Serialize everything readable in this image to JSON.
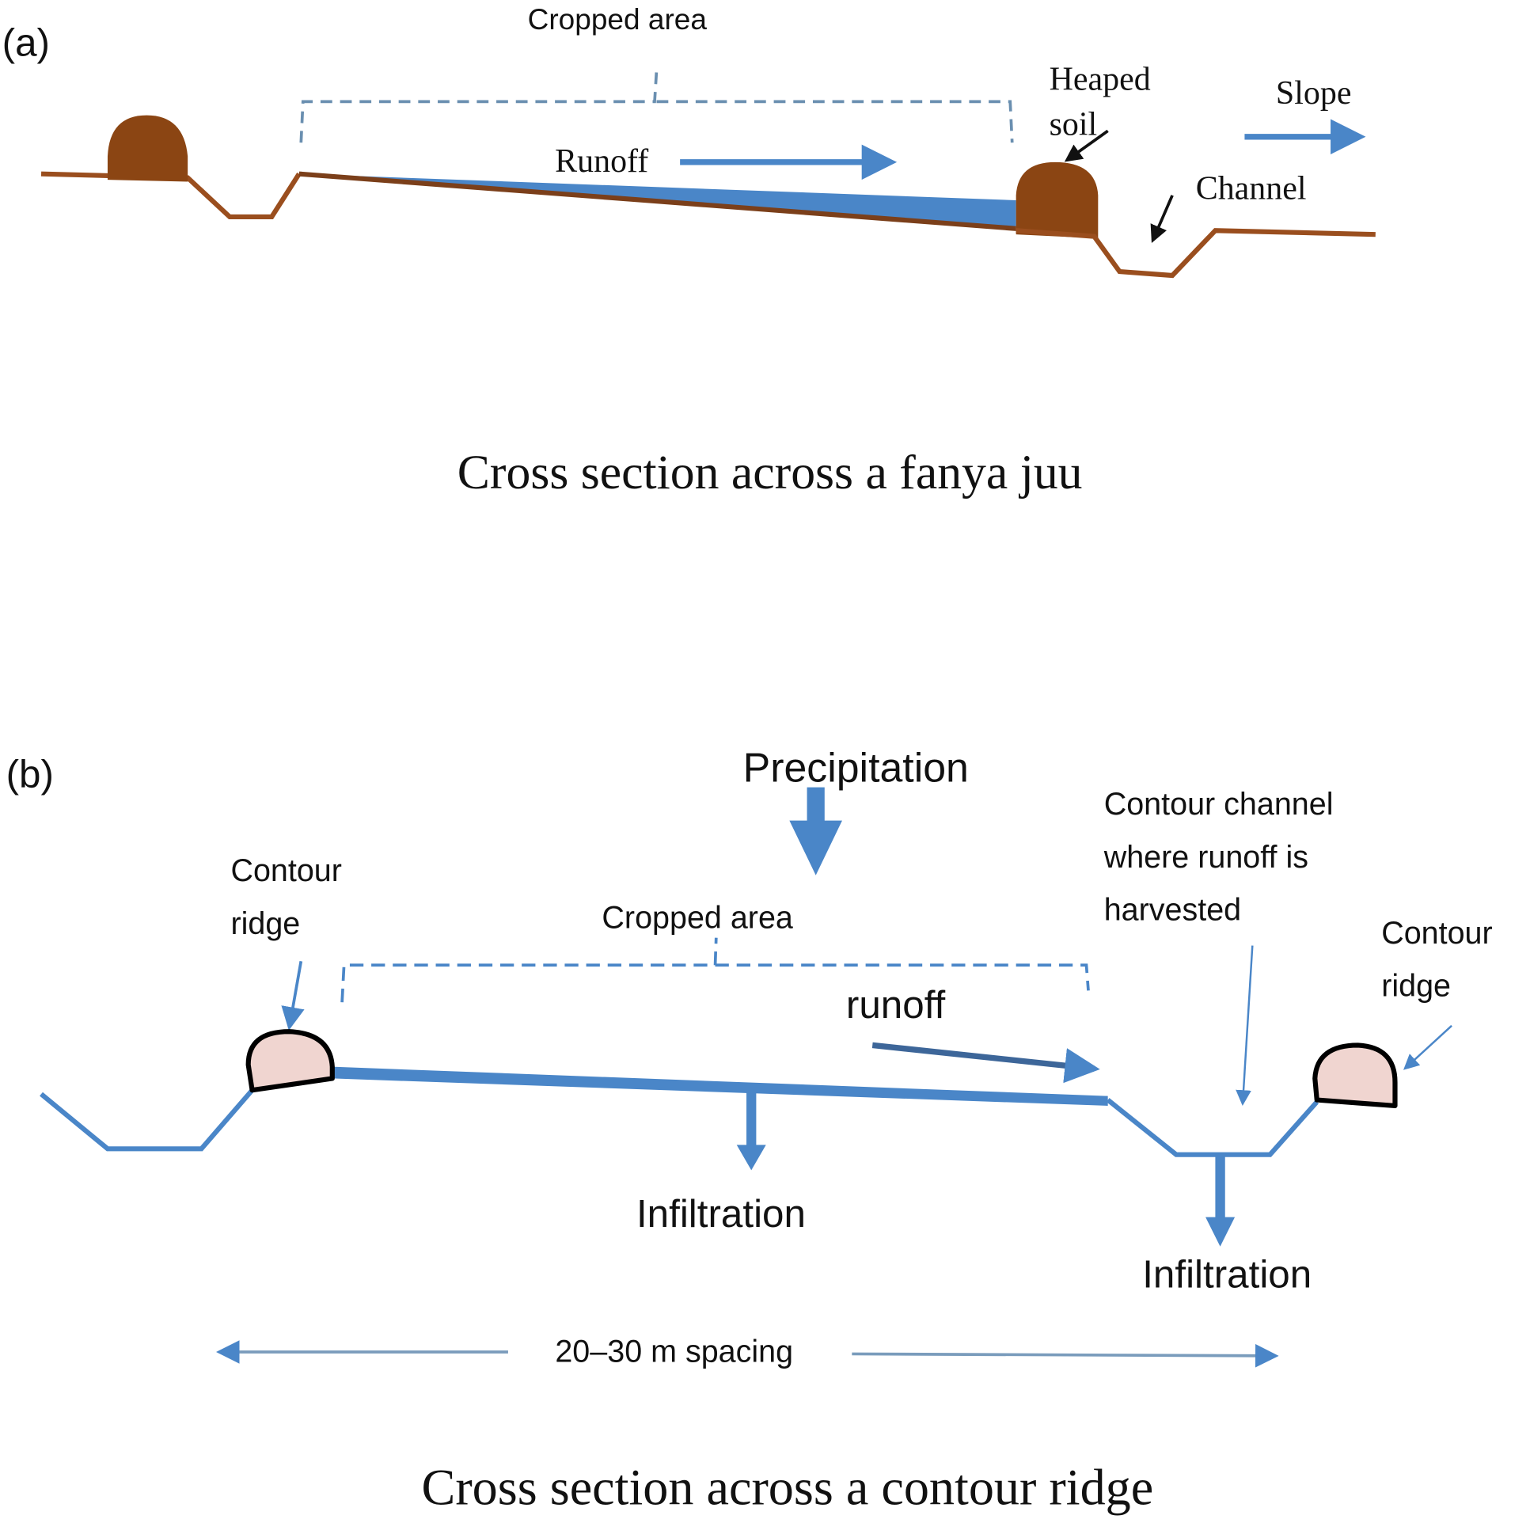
{
  "colors": {
    "soil_brown": "#8B4513",
    "soil_line": "#9A4E1E",
    "runoff_blue": "#4A86C8",
    "dark_blue": "#3D6699",
    "ridge_fill": "#F0D5D0",
    "dashed": "#6A8FB0",
    "text": "#111111"
  },
  "panel_a": {
    "label": "(a)",
    "cropped_area": "Cropped area",
    "runoff": "Runoff",
    "heaped_soil_line1": "Heaped",
    "heaped_soil_line2": "soil",
    "slope": "Slope",
    "channel": "Channel",
    "caption": "Cross section across a fanya juu"
  },
  "panel_b": {
    "label": "(b)",
    "precipitation": "Precipitation",
    "contour_ridge_left_line1": "Contour",
    "contour_ridge_left_line2": "ridge",
    "cropped_area": "Cropped area",
    "contour_channel_line1": "Contour channel",
    "contour_channel_line2": "where runoff is",
    "contour_channel_line3": "harvested",
    "contour_ridge_right_line1": "Contour",
    "contour_ridge_right_line2": "ridge",
    "runoff": "runoff",
    "infiltration_left": "Infiltration",
    "infiltration_right": "Infiltration",
    "spacing": "20–30 m spacing",
    "caption": "Cross section across a contour ridge"
  }
}
